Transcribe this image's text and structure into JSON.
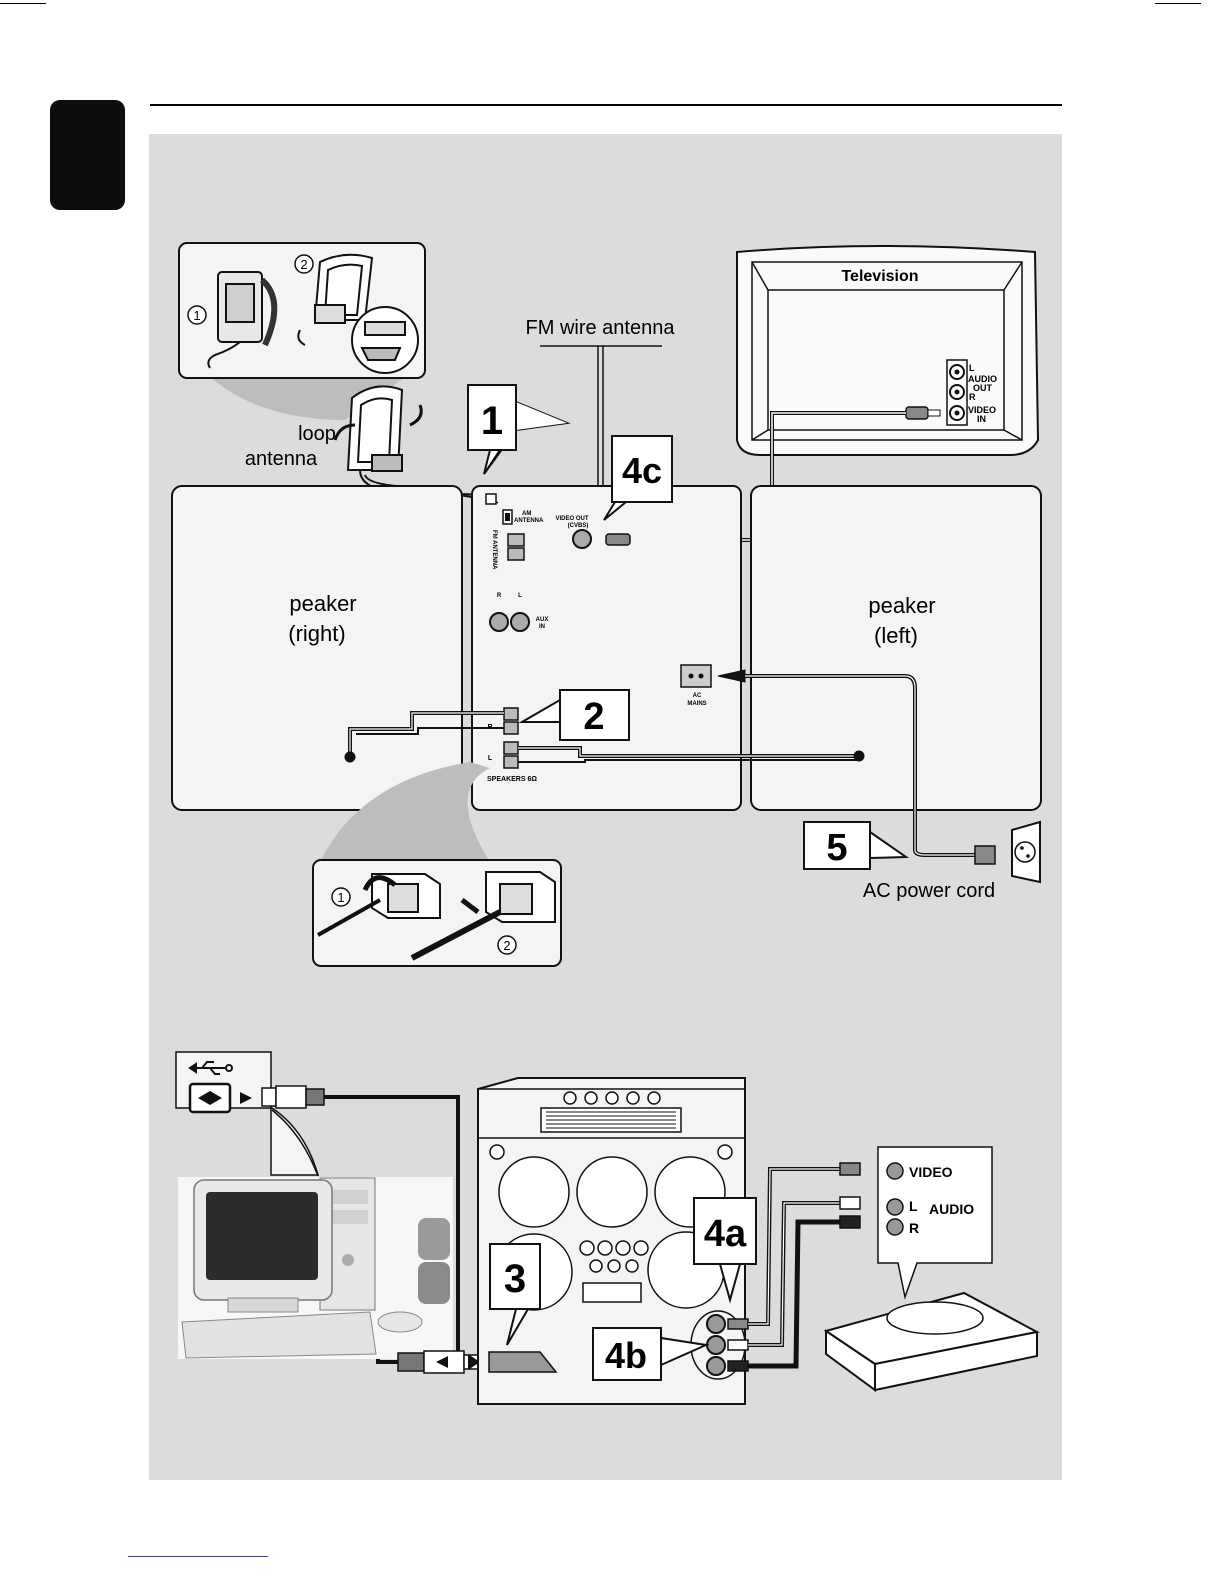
{
  "labels": {
    "television": "Television",
    "fm_wire_antenna": "FM wire antenna",
    "loop_antenna_line1": "loop",
    "loop_antenna_line2": "antenna",
    "speaker_right_line1": "peaker",
    "speaker_right_line2": "(right)",
    "speaker_left_line1": "peaker",
    "speaker_left_line2": "(left)",
    "ac_power_cord": "AC power cord"
  },
  "callouts": {
    "step1": "1",
    "step2": "2",
    "step3": "3",
    "step4a": "4a",
    "step4b": "4b",
    "step4c": "4c",
    "step5": "5"
  },
  "tv_jacks": {
    "l": "L",
    "audio": "AUDIO",
    "out": "OUT",
    "r": "R",
    "video": "VIDEO",
    "in": "IN"
  },
  "unit_panel": {
    "am_antenna_line1": "AM",
    "am_antenna_line2": "ANTENNA",
    "fm_antenna": "FM ANTENNA",
    "video_out_line1": "VIDEO OUT",
    "video_out_line2": "(CVBS)",
    "aux_r": "R",
    "aux_l": "L",
    "aux_in_line1": "AUX",
    "aux_in_line2": "IN",
    "ac_mains_line1": "AC",
    "ac_mains_line2": "MAINS",
    "speakers": "SPEAKERS 6Ω",
    "spk_r": "R",
    "spk_l": "L"
  },
  "inset_numbers": {
    "one": "1",
    "two": "2"
  },
  "external_device": {
    "video": "VIDEO",
    "l": "L",
    "audio": "AUDIO",
    "r": "R"
  },
  "colors": {
    "panel_background": "#dcdcdc",
    "line": "#111111",
    "box_fill": "#f4f4f4"
  },
  "icons": [
    "usb-icon",
    "tv-outline",
    "loop-antenna-icon",
    "wall-socket-icon",
    "computer-illustration",
    "dvd-player-icon"
  ]
}
